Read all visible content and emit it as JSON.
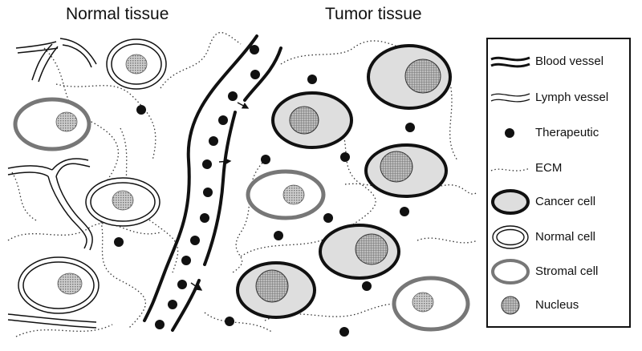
{
  "headings": {
    "normal": "Normal tissue",
    "tumor": "Tumor tissue"
  },
  "legend": {
    "blood_vessel": "Blood vessel",
    "lymph_vessel": "Lymph vessel",
    "therapeutic": "Therapeutic",
    "ecm": "ECM",
    "cancer_cell": "Cancer cell",
    "normal_cell": "Normal cell",
    "stromal_cell": "Stromal cell",
    "nucleus": "Nucleus"
  },
  "colors": {
    "ink": "#111111",
    "stromal": "#777777",
    "cancer_fill": "#dedede",
    "nucleus_fill": "#b0b0b0"
  }
}
